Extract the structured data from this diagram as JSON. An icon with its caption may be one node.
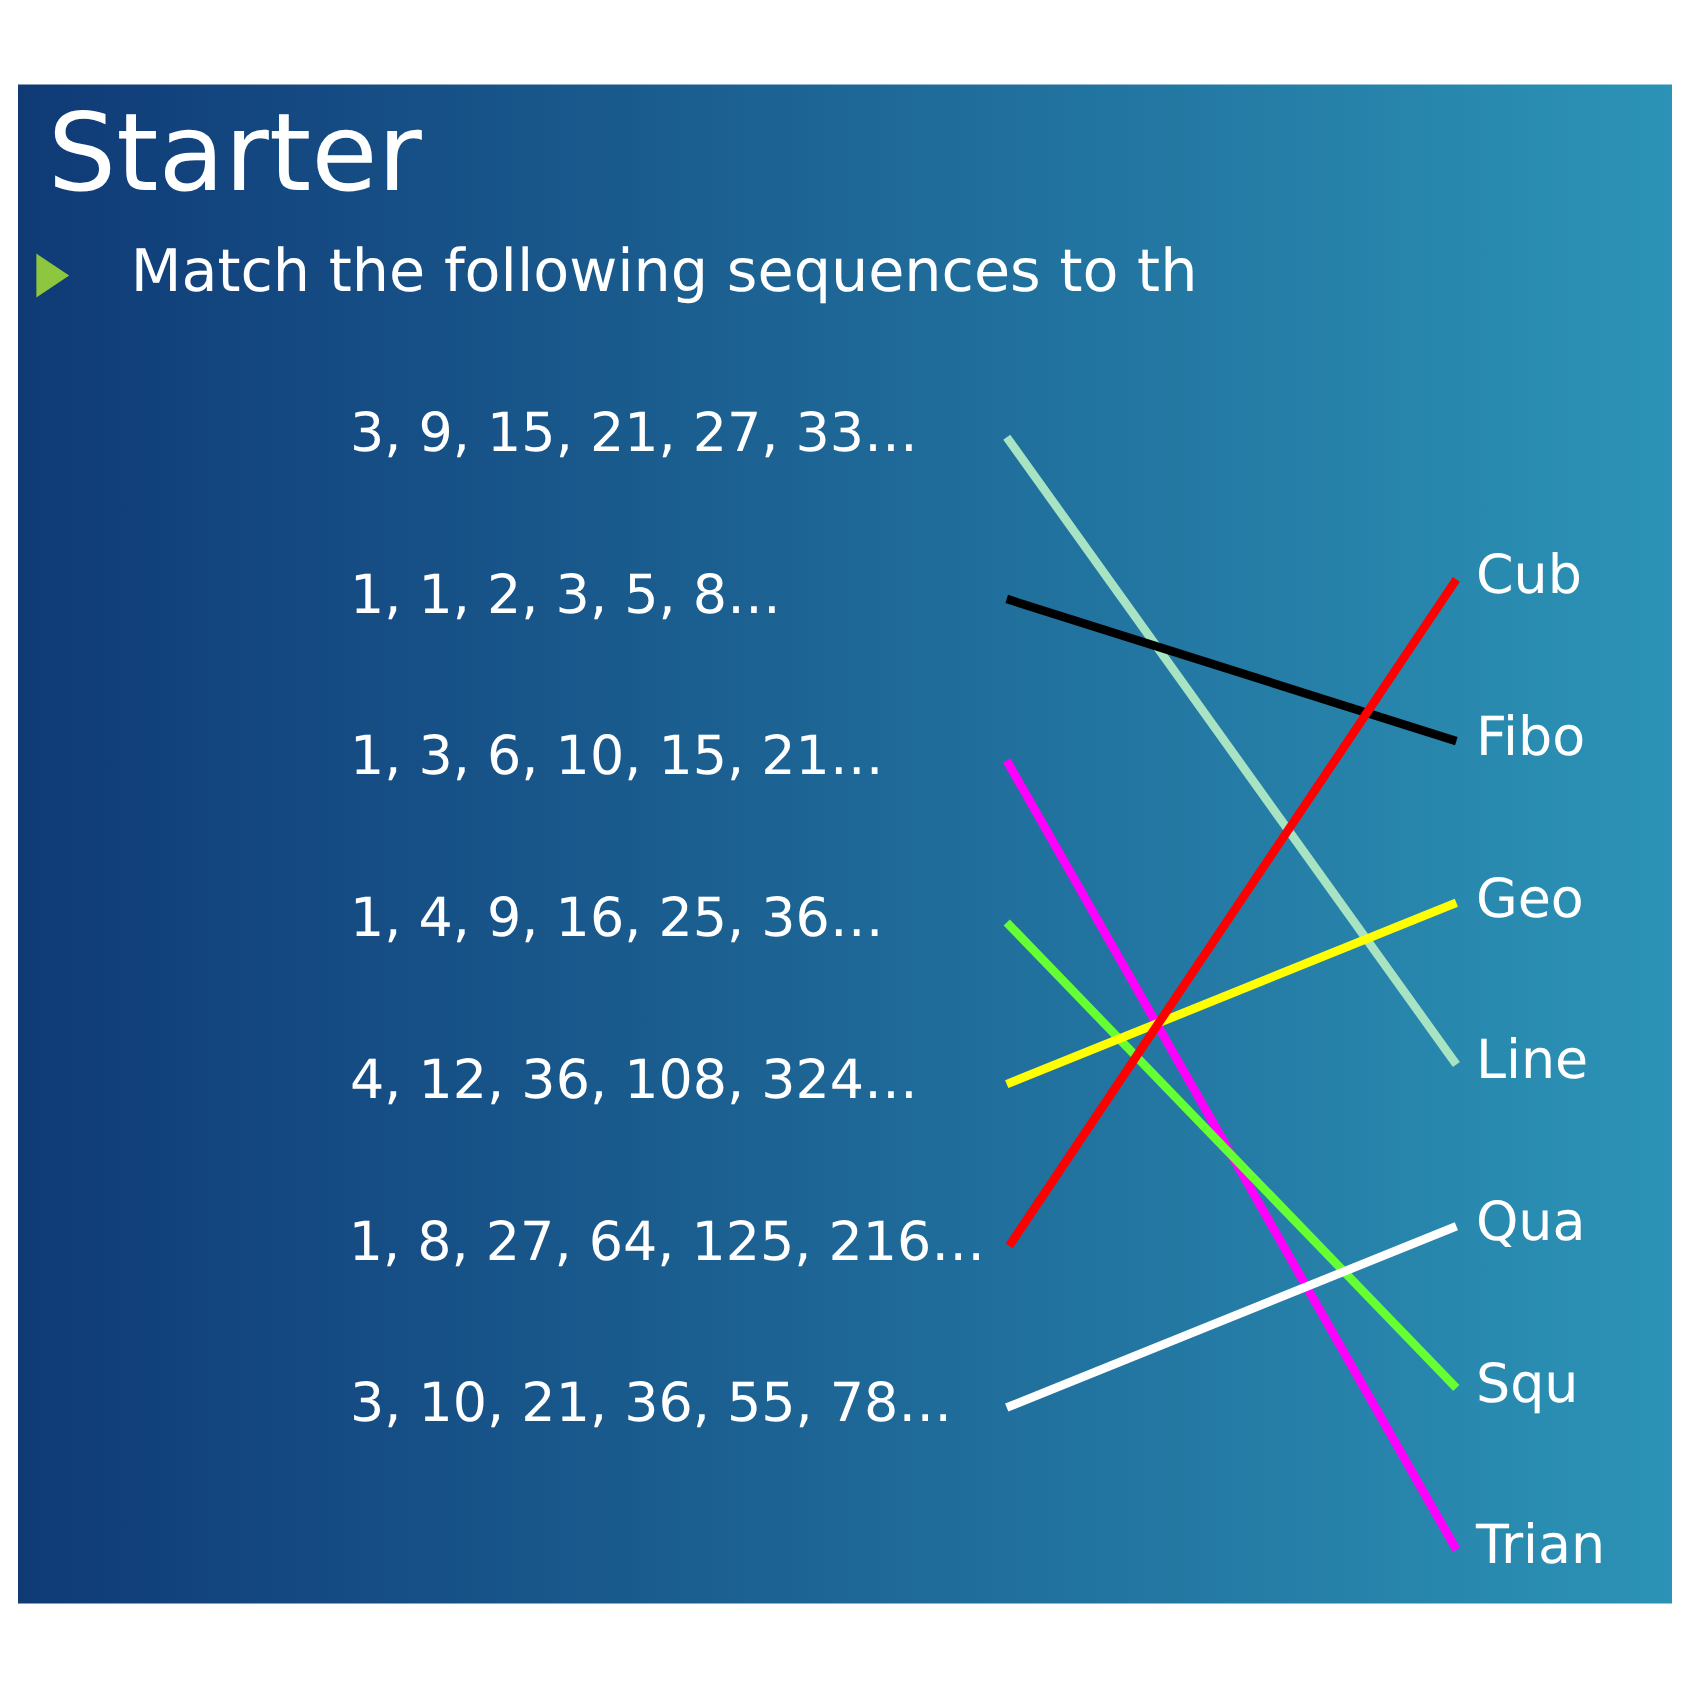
{
  "diagram": {
    "title": "Starter",
    "nodes": [
      {
        "text": [],
        "shape": "triangle"
      },
      {
        "text": [
          "3, 9, 15, 21, 27, 33…"
        ]
      },
      {
        "text": [
          "1, 1, 2, 3, 5, 8…"
        ]
      },
      {
        "text": [
          "1, 3, 6, 10, 15, 21…"
        ]
      },
      {
        "text": [
          "1, 4, 9, 16, 25, 36…"
        ]
      },
      {
        "text": [
          "4, 12, 36, 108, 324…"
        ]
      },
      {
        "text": [
          "1, 8, 27, 64, 125, 216…"
        ]
      },
      {
        "text": [
          "3, 10, 21, 36, 55, 78…"
        ]
      },
      {
        "text": [
          "Cub"
        ]
      },
      {
        "text": [
          "Fibo"
        ]
      },
      {
        "text": [
          "Geo"
        ]
      },
      {
        "text": [
          "Line"
        ]
      },
      {
        "text": [
          "Qua"
        ]
      },
      {
        "text": [
          "Squ"
        ]
      },
      {
        "text": [
          "Trian"
        ]
      }
    ],
    "edges": [
      {
        "from": 1,
        "to": 11,
        "arrow": "none",
        "color": "#a8e4c4"
      },
      {
        "from": 2,
        "to": 9,
        "arrow": "none",
        "color": "#000000"
      },
      {
        "from": 3,
        "to": 14,
        "arrow": "none",
        "color": "#ff00ff"
      },
      {
        "from": 4,
        "to": 13,
        "arrow": "none",
        "color": "#66ff33"
      },
      {
        "from": 5,
        "to": 10,
        "arrow": "none",
        "color": "#ffff00"
      },
      {
        "from": 6,
        "to": 8,
        "arrow": "none",
        "color": "#ff0000"
      },
      {
        "from": 7,
        "to": 12,
        "arrow": "none",
        "color": "#ffffff"
      }
    ],
    "labels": [
      "Match the following sequences to th"
    ]
  }
}
